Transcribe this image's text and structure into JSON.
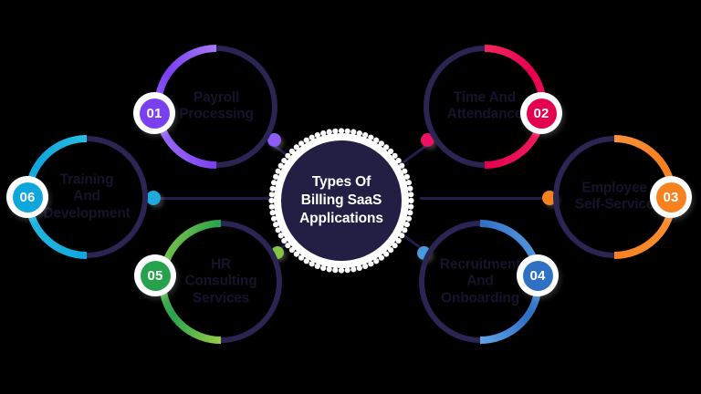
{
  "diagram": {
    "title": "Types Of\nBilling SaaS\nApplications",
    "background_color": "#000000",
    "center_fill": "#231f44",
    "center_ring_color": "#ffffff",
    "connector_color": "#221d4a",
    "label_color": "#16132b",
    "inner_arc_color": "#2a2552",
    "nodes": [
      {
        "number": "01",
        "label": "Payroll\nProcessing",
        "color": "#7b3ff2",
        "color_light": "#a479f7",
        "dot_color": "#8b5cf6"
      },
      {
        "number": "02",
        "label": "Time And\nAttendance",
        "color": "#e4004f",
        "color_light": "#f5255f",
        "dot_color": "#ed1164"
      },
      {
        "number": "03",
        "label": "Employee\nSelf-Service",
        "color": "#f7801f",
        "color_light": "#fa913a",
        "dot_color": "#f7801f"
      },
      {
        "number": "04",
        "label": "Recruitment\nAnd\nOnboarding",
        "color": "#2f6fc4",
        "color_light": "#61a5e8",
        "dot_color": "#4a9ae0"
      },
      {
        "number": "05",
        "label": "HR\nConsulting\nServices",
        "color": "#27a24c",
        "color_light": "#96cc4a",
        "dot_color": "#86c541"
      },
      {
        "number": "06",
        "label": "Training\nAnd\nDevelopment",
        "color": "#0fa5dd",
        "color_light": "#27bde2",
        "dot_color": "#1fa9dd"
      }
    ]
  }
}
